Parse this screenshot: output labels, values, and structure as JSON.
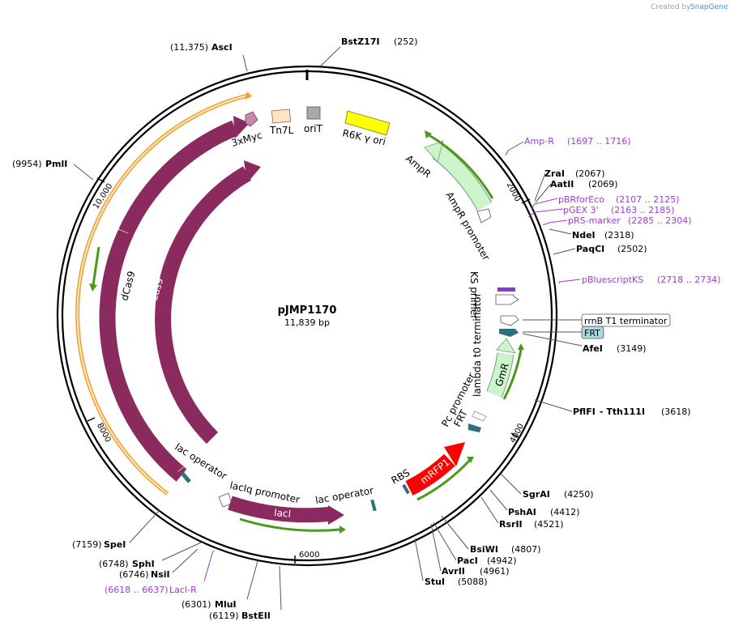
{
  "credit": {
    "prefix": "Created by",
    "brand": "SnapGene"
  },
  "plasmid": {
    "name": "pJMP1170",
    "length_label": "11,839 bp"
  },
  "ticks": [
    "2000",
    "4000",
    "6000",
    "8000",
    "10,000"
  ],
  "features": {
    "three_x_myc": "3xMyc",
    "tn7l": "Tn7L",
    "orit": "oriT",
    "r6k": "R6K γ ori",
    "ampr": "AmpR",
    "ampr_promoter": "AmpR promoter",
    "ks_primer": "KS primer",
    "lambda_t0": "lambda t0 terminator",
    "gmr": "GmR",
    "pc_promoter": "Pc promoter",
    "frt_small": "FRT",
    "mrfp1": "mRFP1",
    "rbs": "RBS",
    "lac_operator_right": "lac operator",
    "laciq_promoter": "lacIq promoter",
    "laci": "lacI",
    "lac_operator_left": "lac operator",
    "dcas9": "dCas9",
    "cas9": "Cas9",
    "rrnb_t1": "rrnB T1 terminator",
    "frt_box": "FRT"
  },
  "enzymes": [
    {
      "name": "AscI",
      "pos": "(11,375)"
    },
    {
      "name": "BstZ17I",
      "pos": "(252)"
    },
    {
      "name": "ZraI",
      "pos": "(2067)"
    },
    {
      "name": "AatII",
      "pos": "(2069)"
    },
    {
      "name": "NdeI",
      "pos": "(2318)"
    },
    {
      "name": "PaqCI",
      "pos": "(2502)"
    },
    {
      "name": "AfeI",
      "pos": "(3149)"
    },
    {
      "name": "PflFI",
      "name2": "- Tth111I",
      "pos": "(3618)"
    },
    {
      "name": "SgrAI",
      "pos": "(4250)"
    },
    {
      "name": "PshAI",
      "pos": "(4412)"
    },
    {
      "name": "RsrII",
      "pos": "(4521)"
    },
    {
      "name": "BsiWI",
      "pos": "(4807)"
    },
    {
      "name": "PacI",
      "pos": "(4942)"
    },
    {
      "name": "AvrII",
      "pos": "(4961)"
    },
    {
      "name": "StuI",
      "pos": "(5088)"
    },
    {
      "name": "BstEII",
      "pos": "(6119)"
    },
    {
      "name": "MluI",
      "pos": "(6301)"
    },
    {
      "name": "NsiI",
      "pos": "(6746)"
    },
    {
      "name": "SphI",
      "pos": "(6748)"
    },
    {
      "name": "SpeI",
      "pos": "(7159)"
    },
    {
      "name": "PmlI",
      "pos": "(9954)"
    }
  ],
  "primers": [
    {
      "name": "Amp-R",
      "range": "(1697 .. 1716)"
    },
    {
      "name": "pBRforEco",
      "range": "(2107 .. 2125)"
    },
    {
      "name": "pGEX 3'",
      "range": "(2163 .. 2185)"
    },
    {
      "name": "pRS-marker",
      "range": "(2285 .. 2304)"
    },
    {
      "name": "pBluescriptKS",
      "range": "(2718 .. 2734)"
    },
    {
      "name": "LacI-R",
      "range": "(6618 .. 6637)"
    }
  ],
  "colors": {
    "cas9": "#8b2a5e",
    "ampr": "#ccf5cc",
    "gmr": "#ccf5cc",
    "r6k": "#ffff00",
    "tn7l": "#ffe4c4",
    "orit": "#a9a9a9",
    "myc": "#c48aa8",
    "mrfp1": "#ff0000",
    "frt": "#2f6f7f",
    "frt_box": "#a8d8e0",
    "orf_halo": "#f0a030",
    "green_line": "#4a9a1a",
    "primer": "#a23bd1"
  }
}
